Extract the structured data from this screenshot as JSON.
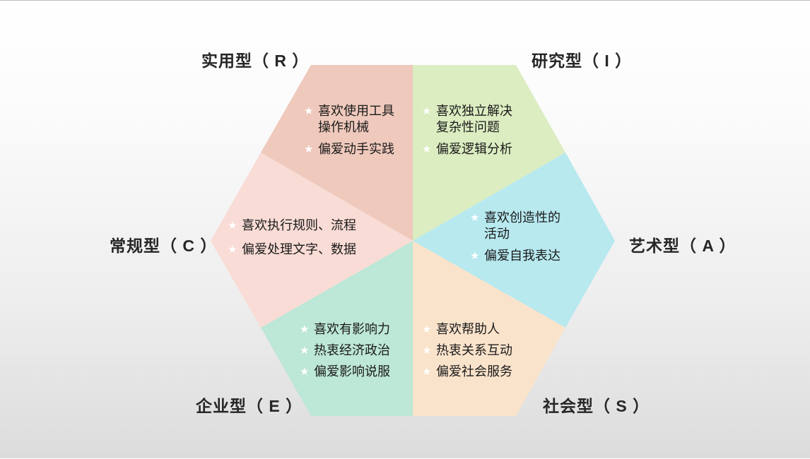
{
  "sectors": {
    "R": {
      "title": "实用型（ R ）",
      "color": "#efc9bc",
      "items": [
        "喜欢使用工具操作机械",
        "偏爱动手实践"
      ]
    },
    "I": {
      "title": "研究型（ I ）",
      "color": "#dcedc1",
      "items": [
        "喜欢独立解决复杂性问题",
        "偏爱逻辑分析"
      ]
    },
    "A": {
      "title": "艺术型（ A ）",
      "color": "#b7e9ef",
      "items": [
        "喜欢创造性的活动",
        "偏爱自我表达"
      ]
    },
    "S": {
      "title": "社会型（ S ）",
      "color": "#fae3cb",
      "items": [
        "喜欢帮助人",
        "热衷关系互动",
        "偏爱社会服务"
      ]
    },
    "E": {
      "title": "企业型（ E ）",
      "color": "#bde7d6",
      "items": [
        "喜欢有影响力",
        "热衷经济政治",
        "偏爱影响说服"
      ]
    },
    "C": {
      "title": "常规型（ C ）",
      "color": "#f9dcd6",
      "items": [
        "喜欢执行规则、流程",
        "偏爱处理文字、数据"
      ]
    }
  },
  "bullet_icon": "star-icon"
}
